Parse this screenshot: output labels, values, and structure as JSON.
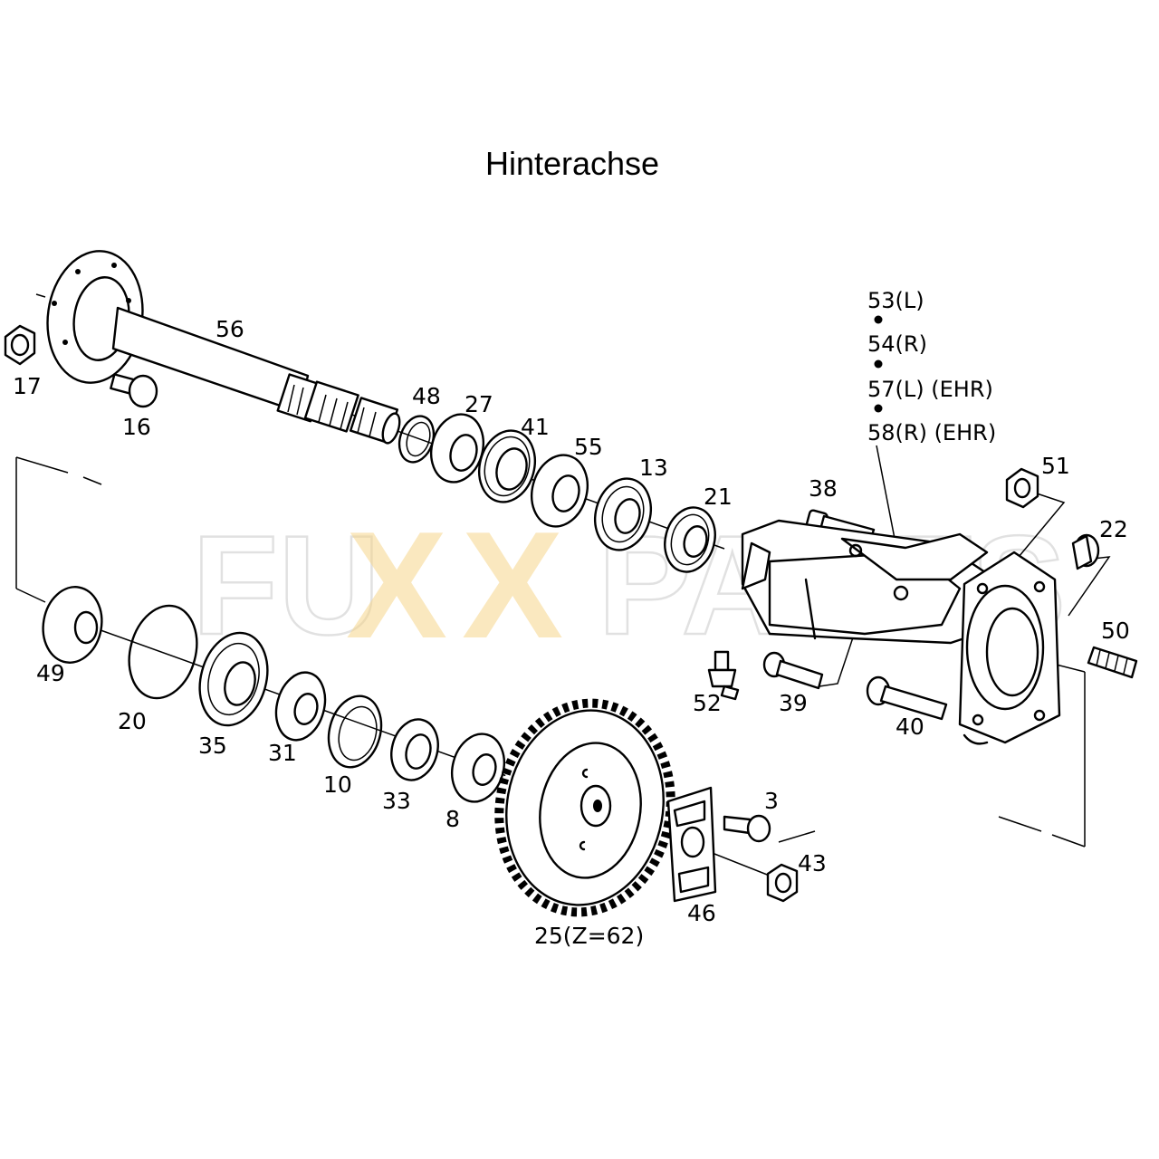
{
  "title": "Hinterachse",
  "watermark": {
    "left": "FU",
    "x1": "X",
    "x2": "X",
    "right": "PARTS"
  },
  "labels": {
    "p56": "56",
    "p17": "17",
    "p16": "16",
    "p48": "48",
    "p27": "27",
    "p41": "41",
    "p55": "55",
    "p13": "13",
    "p21": "21",
    "p38": "38",
    "p53": "53(L)",
    "p54": "54(R)",
    "p57": "57(L) (EHR)",
    "p58": "58(R) (EHR)",
    "p51": "51",
    "p22": "22",
    "p50": "50",
    "p52": "52",
    "p39": "39",
    "p40": "40",
    "p49": "49",
    "p20": "20",
    "p35": "35",
    "p31": "31",
    "p10": "10",
    "p33": "33",
    "p8": "8",
    "p25": "25(Z=62)",
    "p46": "46",
    "p3": "3",
    "p43": "43"
  }
}
